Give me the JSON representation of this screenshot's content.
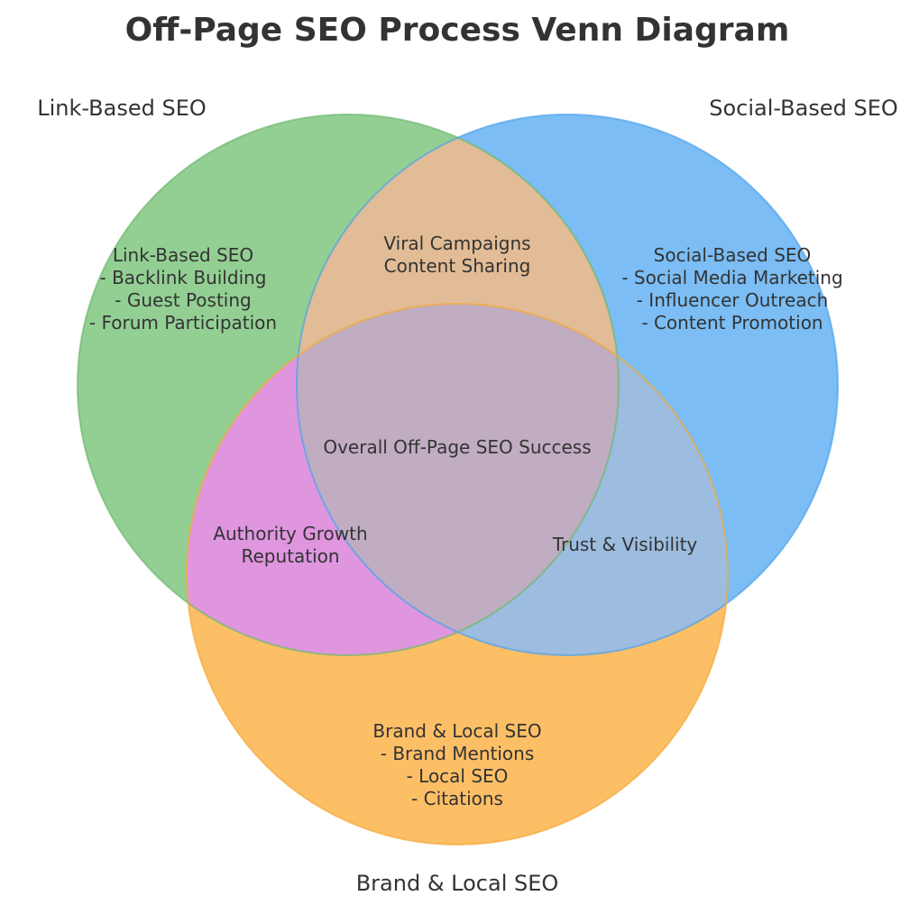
{
  "title": "Off-Page SEO Process Venn Diagram",
  "sets": [
    {
      "label": "Link-Based SEO",
      "color": "#93cf93"
    },
    {
      "label": "Social-Based SEO",
      "color": "#7bbdf4"
    },
    {
      "label": "Brand & Local SEO",
      "color": "#fdbf66"
    }
  ],
  "regions": {
    "link_only": [
      "Link-Based SEO",
      "- Backlink Building",
      "- Guest Posting",
      "- Forum Participation"
    ],
    "social_only": [
      "Social-Based SEO",
      "- Social Media Marketing",
      "- Influencer Outreach",
      "- Content Promotion"
    ],
    "brand_only": [
      "Brand & Local SEO",
      "- Brand Mentions",
      "- Local SEO",
      "- Citations"
    ],
    "link_social": [
      "Viral Campaigns",
      "Content Sharing"
    ],
    "link_brand": [
      "Authority Growth",
      "Reputation"
    ],
    "social_brand": [
      "Trust & Visibility"
    ],
    "all": [
      "Overall Off-Page SEO Success"
    ]
  },
  "region_colors": {
    "link_social": "#e1bc96",
    "link_brand": "#df96df",
    "social_brand": "#9cbce0",
    "all": "#c0adc2"
  }
}
